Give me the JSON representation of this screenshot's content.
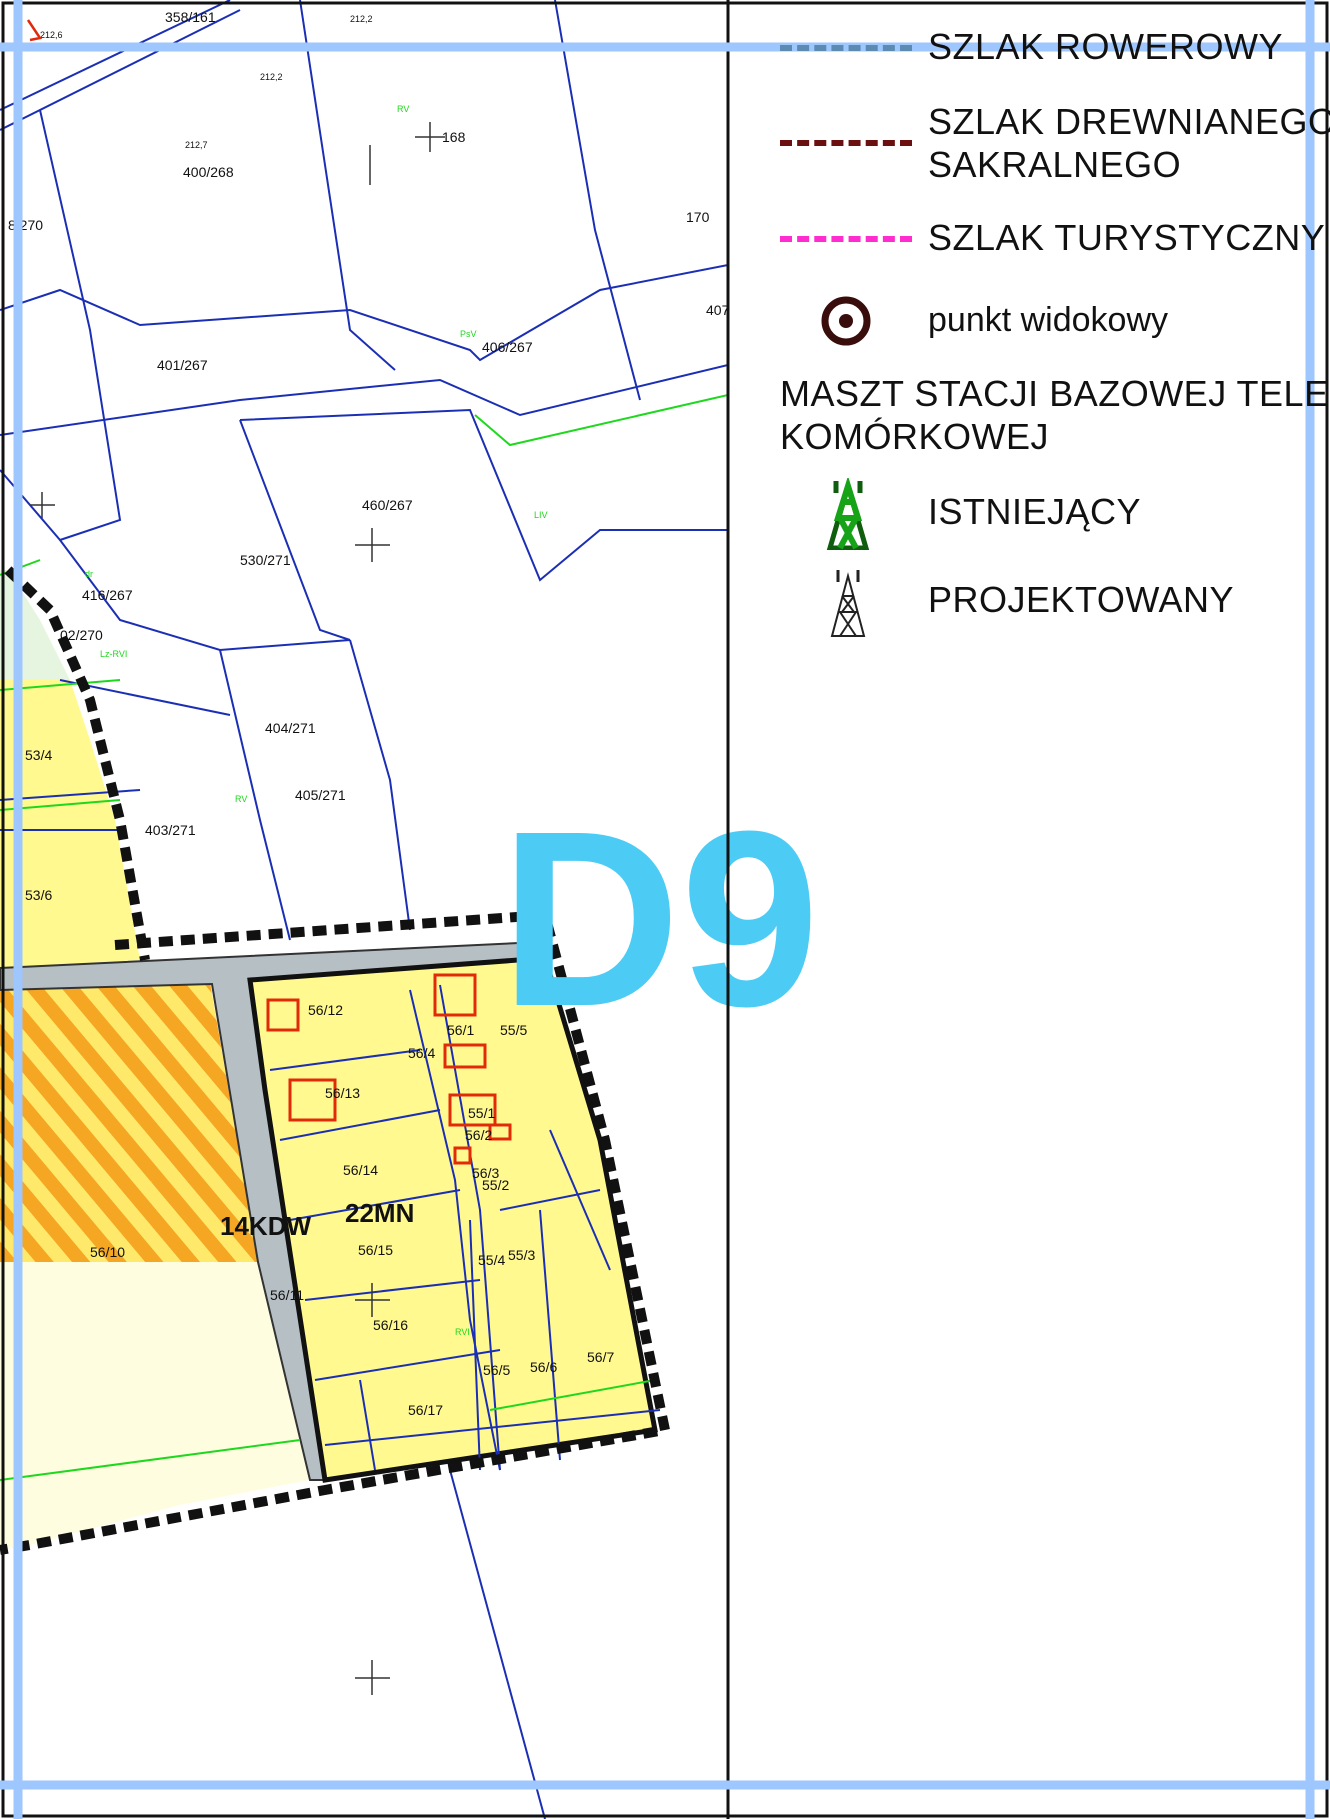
{
  "sheet_label": "D9",
  "zone_labels": {
    "residential": "22MN",
    "road": "14KDW"
  },
  "parcels": [
    "358/161",
    "212,2",
    "212,6",
    "212,2",
    "212,7",
    "168",
    "400/268",
    "8/270",
    "170",
    "401/267",
    "406/267",
    "407",
    "460/267",
    "530/271",
    "416/267",
    "02/270",
    "404/271",
    "405/271",
    "53/4",
    "403/271",
    "53/6",
    "56/12",
    "56/1",
    "55/5",
    "56/4",
    "56/13",
    "55/1",
    "56/2",
    "56/14",
    "56/3",
    "55/2",
    "56/10",
    "56/15",
    "55/4",
    "55/3",
    "56/11",
    "56/16",
    "56/5",
    "56/6",
    "56/7",
    "56/17"
  ],
  "landuse_codes": [
    "RV",
    "PsV",
    "dr",
    "Lz-RVI",
    "RV",
    "RVI",
    "LIV"
  ],
  "legend": {
    "bike_trail": "SZLAK ROWEROWY",
    "wooden_sacral_trail_1": "SZLAK DREWNIANEGO",
    "wooden_sacral_trail_2": "SAKRALNEGO",
    "tourist_trail": "SZLAK TURYSTYCZNY",
    "viewpoint": "punkt widokowy",
    "mast_heading_1": "MASZT STACJI BAZOWEJ TELEFONII",
    "mast_heading_2": "KOMÓRKOWEJ",
    "mast_existing": "ISTNIEJĄCY",
    "mast_planned": "PROJEKTOWANY"
  },
  "colors": {
    "bike_trail": "#5b8bb0",
    "sacral_trail": "#6b1010",
    "tourist_trail": "#ff2ccf",
    "viewpoint": "#3a0d0d",
    "mast_existing": "#17a317",
    "sheet_label": "#4ccbf5",
    "frame": "#9ec6ff",
    "residential": "#fff98f",
    "road": "#b5bfc4",
    "service": "#f5a623",
    "parcel_lines": "#1b2fb5",
    "landuse_lines": "#1ed81e"
  }
}
